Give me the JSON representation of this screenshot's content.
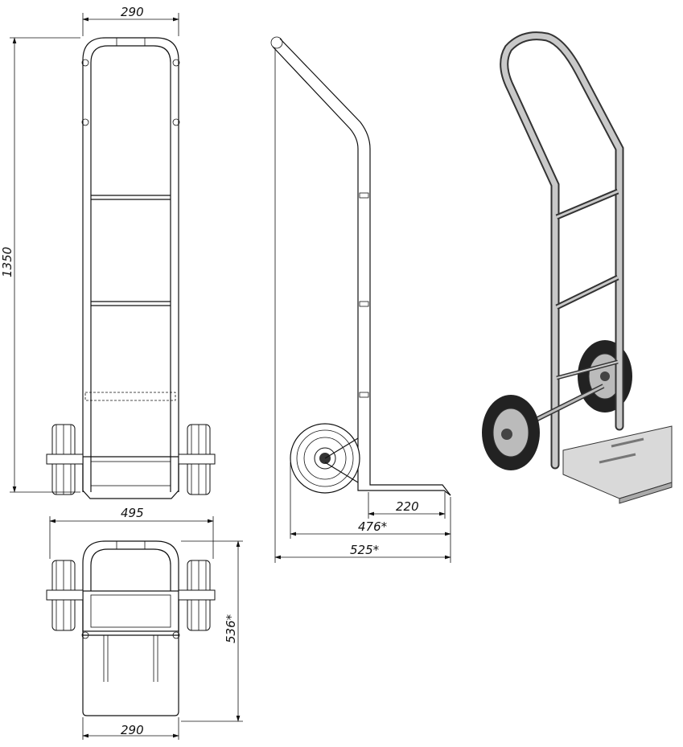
{
  "title": "Hand truck dimensional drawing",
  "dimensions": {
    "front_width": "290",
    "front_height": "1350",
    "top_overall_width": "495",
    "top_depth": "536*",
    "top_platform_width": "290",
    "side_platform_depth": "220",
    "side_depth_wheel": "476*",
    "side_overall_depth": "525*"
  },
  "colors": {
    "line": "#111111",
    "tube": "#8a8a8a",
    "tire": "#222222",
    "platform": "#d9d9d9"
  }
}
